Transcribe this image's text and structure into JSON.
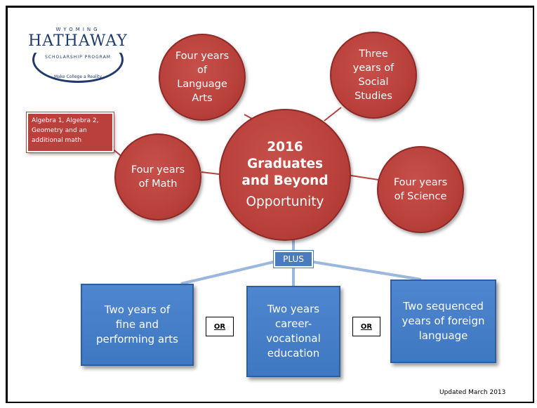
{
  "logo": {
    "wyoming": "WYOMING",
    "name": "HATHAWAY",
    "program": "SCHOLARSHIP PROGRAM",
    "tagline": "Make College a Reality"
  },
  "center": {
    "line1": "2016",
    "line2": "Graduates",
    "line3": "and Beyond",
    "subtitle": "Opportunity"
  },
  "requirements": {
    "language_arts": [
      "Four years",
      "of",
      "Language",
      "Arts"
    ],
    "social_studies": [
      "Three",
      "years of",
      "Social",
      "Studies"
    ],
    "math": [
      "Four years",
      "of Math"
    ],
    "science": [
      "Four years",
      "of Science"
    ]
  },
  "math_callout": [
    "Algebra 1, Algebra 2,",
    "Geometry and an",
    "additional math"
  ],
  "plus_label": "PLUS",
  "options": {
    "fine_arts": [
      "Two years of",
      "fine and",
      "performing arts"
    ],
    "career": [
      "Two years",
      "career-",
      "vocational",
      "education"
    ],
    "foreign_language": [
      "Two sequenced",
      "years of foreign",
      "language"
    ]
  },
  "or_label": "OR",
  "updated": "Updated March 2013",
  "colors": {
    "circle_fill": "#b9403b",
    "box_fill": "#4a7bbd",
    "connector": "#9bb7dd"
  }
}
